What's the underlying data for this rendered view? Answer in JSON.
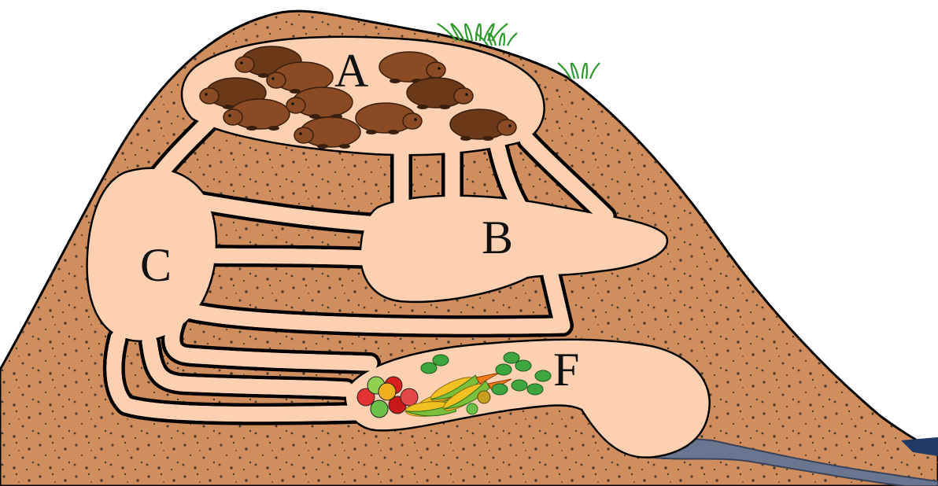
{
  "labels": {
    "a": "A",
    "b": "B",
    "c": "C",
    "f": "F"
  },
  "colors": {
    "soil": "#d08e5e",
    "tunnel": "#fcd0b0",
    "outline": "#000000",
    "water": "#6a7590",
    "water_dark": "#1f3a66",
    "grass": "#2e9a2e",
    "animal": "#8a4a24",
    "animal_dark": "#6b3818"
  },
  "icons": {
    "animals": "groundhog-icon",
    "food": "fruit-vegetable-pile-icon",
    "grass": "grass-tuft-icon"
  }
}
